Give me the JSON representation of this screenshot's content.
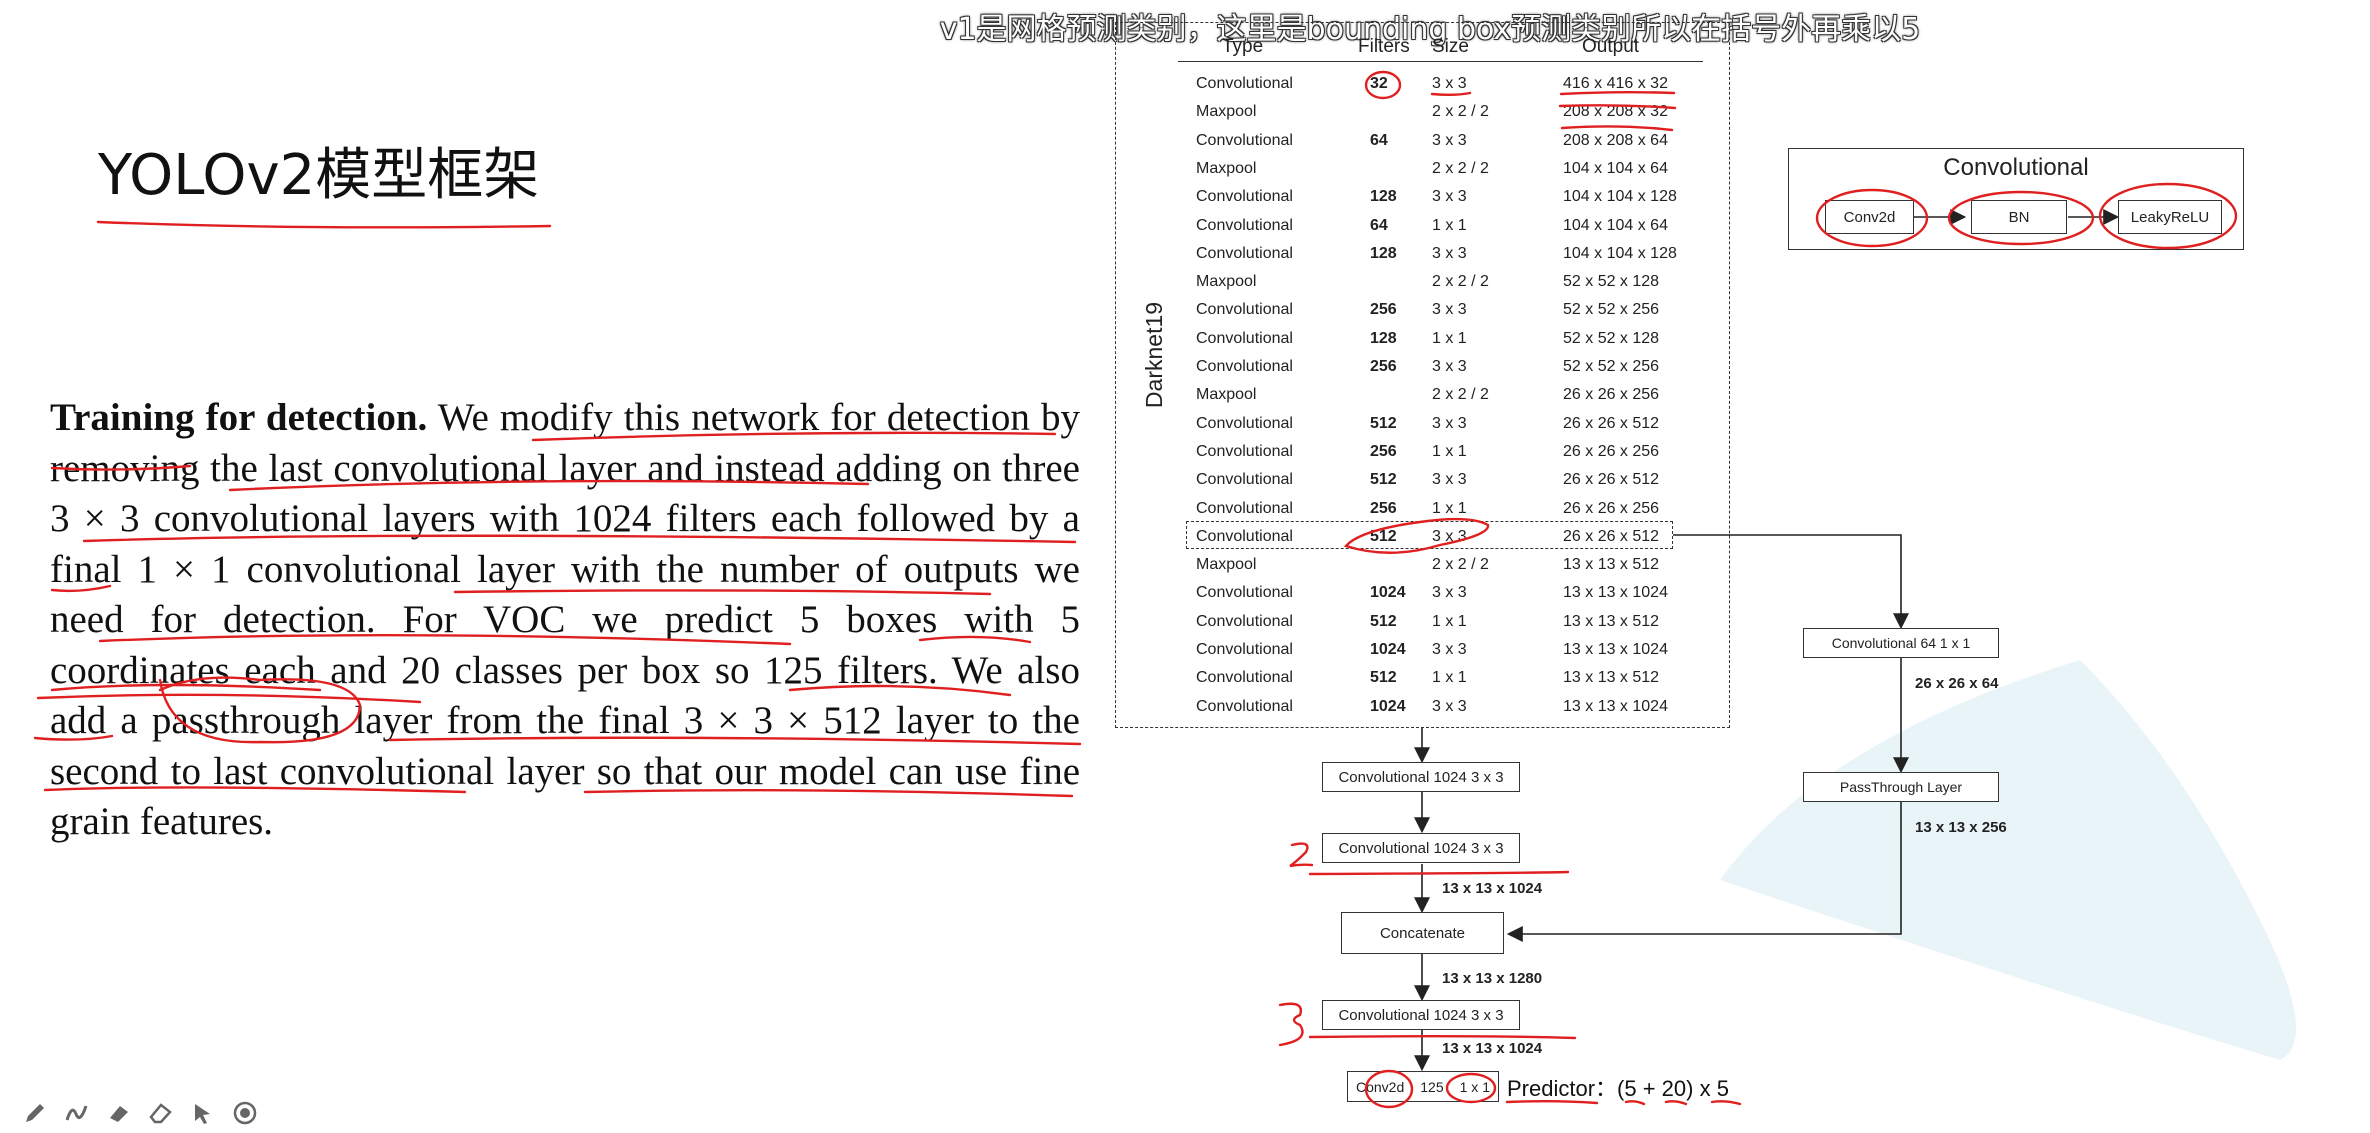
{
  "caption": "v1是网格预测类别，这里是bounding box预测类别所以在括号外再乘以5",
  "slide_title": "YOLOv2模型框架",
  "paper": {
    "heading": "Training for detection.",
    "body": "We modify this network for detection by removing the last convolutional layer and instead adding on three 3 × 3 convolutional layers with 1024 filters each followed by a final 1 × 1 convolutional layer with the number of outputs we need for detection. For VOC we predict 5 boxes with 5 coordinates each and 20 classes per box so 125 filters. We also add a passthrough layer from the final 3 × 3 × 512 layer to the second to last convolutional layer so that our model can use fine grain features."
  },
  "darknet": {
    "side_label": "Darknet19",
    "headers": {
      "type": "Type",
      "filters": "Filters",
      "size": "Size",
      "output": "Output"
    },
    "rows": [
      {
        "type": "Convolutional",
        "filters": "32",
        "size": "3 x 3",
        "output": "416 x 416 x 32"
      },
      {
        "type": "Maxpool",
        "filters": "",
        "size": "2 x 2 / 2",
        "output": "208 x 208 x 32"
      },
      {
        "type": "Convolutional",
        "filters": "64",
        "size": "3 x 3",
        "output": "208 x 208 x 64"
      },
      {
        "type": "Maxpool",
        "filters": "",
        "size": "2 x 2 / 2",
        "output": "104 x 104 x 64"
      },
      {
        "type": "Convolutional",
        "filters": "128",
        "size": "3 x 3",
        "output": "104 x 104 x 128"
      },
      {
        "type": "Convolutional",
        "filters": "64",
        "size": "1 x 1",
        "output": "104 x 104 x 64"
      },
      {
        "type": "Convolutional",
        "filters": "128",
        "size": "3 x 3",
        "output": "104 x 104 x 128"
      },
      {
        "type": "Maxpool",
        "filters": "",
        "size": "2 x 2 / 2",
        "output": "52 x 52 x 128"
      },
      {
        "type": "Convolutional",
        "filters": "256",
        "size": "3 x 3",
        "output": "52 x 52 x 256"
      },
      {
        "type": "Convolutional",
        "filters": "128",
        "size": "1 x 1",
        "output": "52 x 52 x 128"
      },
      {
        "type": "Convolutional",
        "filters": "256",
        "size": "3 x 3",
        "output": "52 x 52 x 256"
      },
      {
        "type": "Maxpool",
        "filters": "",
        "size": "2 x 2 / 2",
        "output": "26 x 26 x 256"
      },
      {
        "type": "Convolutional",
        "filters": "512",
        "size": "3 x 3",
        "output": "26 x 26 x 512"
      },
      {
        "type": "Convolutional",
        "filters": "256",
        "size": "1 x 1",
        "output": "26 x 26 x 256"
      },
      {
        "type": "Convolutional",
        "filters": "512",
        "size": "3 x 3",
        "output": "26 x 26 x 512"
      },
      {
        "type": "Convolutional",
        "filters": "256",
        "size": "1 x 1",
        "output": "26 x 26 x 256"
      },
      {
        "type": "Convolutional",
        "filters": "512",
        "size": "3 x 3",
        "output": "26 x 26 x 512"
      },
      {
        "type": "Maxpool",
        "filters": "",
        "size": "2 x 2 / 2",
        "output": "13 x 13 x 512"
      },
      {
        "type": "Convolutional",
        "filters": "1024",
        "size": "3 x 3",
        "output": "13 x 13 x 1024"
      },
      {
        "type": "Convolutional",
        "filters": "512",
        "size": "1 x 1",
        "output": "13 x 13 x 512"
      },
      {
        "type": "Convolutional",
        "filters": "1024",
        "size": "3 x 3",
        "output": "13 x 13 x 1024"
      },
      {
        "type": "Convolutional",
        "filters": "512",
        "size": "1 x 1",
        "output": "13 x 13 x 512"
      },
      {
        "type": "Convolutional",
        "filters": "1024",
        "size": "3 x 3",
        "output": "13 x 13 x 1024"
      }
    ]
  },
  "head": {
    "conv1": "Convolutional   1024   3 x 3",
    "conv2": "Convolutional   1024   3 x 3",
    "conv2_out": "13 x 13 x 1024",
    "concat": "Concatenate",
    "concat_out": "13 x 13 x 1280",
    "conv3": "Convolutional   1024   3 x 3",
    "conv3_out": "13 x 13 x 1024",
    "final_type": "Conv2d",
    "final_filters": "125",
    "final_size": "1 x 1",
    "predictor": "Predictor：(5 + 20) x 5",
    "anno_2": "2",
    "anno_3": "3"
  },
  "passthrough": {
    "conv": "Convolutional  64    1 x 1",
    "conv_out": "26 x 26 x 64",
    "layer": "PassThrough Layer",
    "layer_out": "13 x 13 x 256"
  },
  "legend": {
    "title": "Convolutional",
    "items": [
      "Conv2d",
      "BN",
      "LeakyReLU"
    ]
  },
  "toolbar": [
    "pen-icon",
    "curve-icon",
    "highlighter-icon",
    "eraser-icon",
    "pointer-icon",
    "record-icon"
  ]
}
